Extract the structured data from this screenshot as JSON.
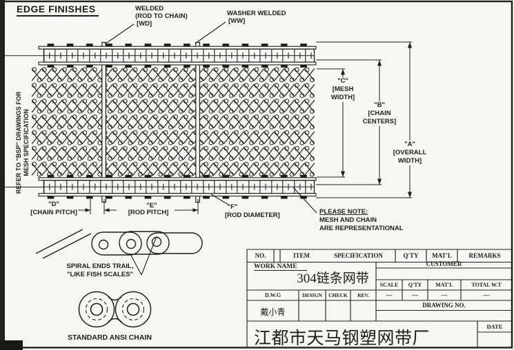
{
  "title": "EDGE FINISHES",
  "callouts": {
    "welded": {
      "line1": "WELDED",
      "line2": "(ROD TO CHAIN)",
      "line3": "[WD]"
    },
    "washer_welded": {
      "line1": "WASHER WELDED",
      "line2": "[WW]"
    },
    "side_note": {
      "line1": "REFER TO \"BSP\" DRAWINGS FOR",
      "line2": "MESH SPECIFICATION"
    },
    "please_note": {
      "line1": "PLEASE NOTE:",
      "line2": "MESH AND CHAIN",
      "line3": "ARE REPRESENTATIONAL"
    },
    "spiral": {
      "line1": "SPIRAL ENDS TRAIL,",
      "line2": "\"LIKE FISH SCALES\""
    },
    "ansi_chain": "STANDARD ANSI CHAIN"
  },
  "dimensions": {
    "a": {
      "sym": "\"A\"",
      "line1": "[OVERALL",
      "line2": "WIDTH]"
    },
    "b": {
      "sym": "\"B\"",
      "line1": "[CHAIN",
      "line2": "CENTERS]"
    },
    "c": {
      "sym": "\"C\"",
      "line1": "[MESH",
      "line2": "WIDTH]"
    },
    "d": {
      "sym": "\"D\"",
      "label": "[CHAIN PITCH]"
    },
    "e": {
      "sym": "\"E\"",
      "label": "[ROD PITCH]"
    },
    "f": {
      "sym": "\"F\"",
      "label": "[ROD DIAMETER]"
    }
  },
  "title_block": {
    "headers": {
      "no": "NO.",
      "item": "ITEM",
      "specification": "SPECIFICATION",
      "qty": "Q'TY",
      "matl": "MAT'L",
      "remarks": "REMARKS"
    },
    "work_name_label": "WORK NAME",
    "product_name": "304链条网带",
    "customer_label": "CUSTOMER",
    "spec_row": {
      "scale": "SCALE",
      "qty": "Q'TY",
      "matl": "MAT'L",
      "total_wt": "TOTAL W.T"
    },
    "spec_values": {
      "scale": "—",
      "qty": "—",
      "matl": "—",
      "total_wt": "—"
    },
    "sign_row": {
      "dwg": "D.W.G",
      "design": "DESIGN",
      "check": "CHECK",
      "rev": "REV."
    },
    "designer": "戴小青",
    "drawing_no_label": "DRAWING NO.",
    "date_label": "DATE",
    "company": "江都市天马钢塑网带厂"
  },
  "colors": {
    "ink": "#1e1d1b",
    "paper": "#f7f6f2"
  }
}
